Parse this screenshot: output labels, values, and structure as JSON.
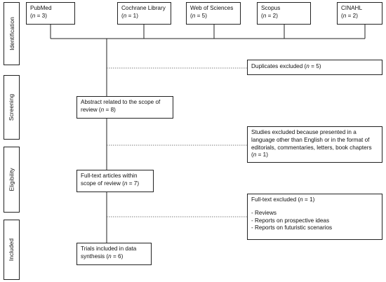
{
  "stages": [
    {
      "label": "Identification"
    },
    {
      "label": "Screening"
    },
    {
      "label": "Eligibility"
    },
    {
      "label": "Included"
    }
  ],
  "sources": [
    {
      "name": "PubMed",
      "n": "3"
    },
    {
      "name": "Cochrane Library",
      "n": "1"
    },
    {
      "name": "Web of Sciences",
      "n": "5"
    },
    {
      "name": "Scopus",
      "n": "2"
    },
    {
      "name": "CINAHL",
      "n": "2"
    }
  ],
  "duplicates": {
    "text": "Duplicates excluded (",
    "n": "5"
  },
  "abstract": {
    "text": "Abstract related to the scope of review (",
    "n": "8"
  },
  "language_excluded": {
    "text": "Studies excluded because presented in a language other than English or in the format of editorials, commentaries, letters, book chapters (",
    "n": "1"
  },
  "fulltext": {
    "text": "Full-text articles within scope of review (",
    "n": "7"
  },
  "fulltext_excluded": {
    "text": "Full-text excluded (",
    "n": "1",
    "reasons": [
      "Reviews",
      "Reports on prospective ideas",
      "Reports on futuristic scenarios"
    ]
  },
  "included": {
    "text": "Trials included in data synthesis (",
    "n": "6"
  },
  "n_symbol": "n",
  "equals": " = ",
  "close_paren": ")"
}
